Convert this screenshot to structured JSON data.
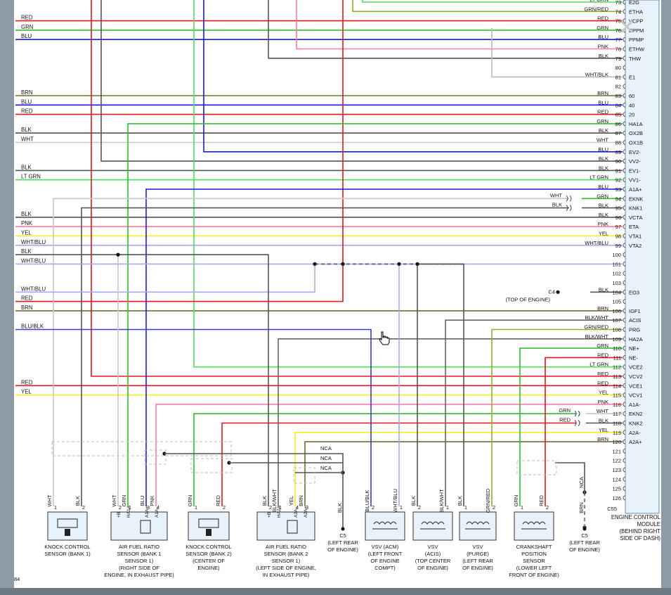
{
  "module": {
    "pins": [
      {
        "num": "73",
        "name": "E2G",
        "color": "LT GRN"
      },
      {
        "num": "74",
        "name": "ETHA",
        "color": "GRN/RED"
      },
      {
        "num": "75",
        "name": "VCPP",
        "color": "RED"
      },
      {
        "num": "76",
        "name": "EPPM",
        "color": "GRN"
      },
      {
        "num": "77",
        "name": "PPMP",
        "color": "BLU"
      },
      {
        "num": "78",
        "name": "ETHW",
        "color": "PNK"
      },
      {
        "num": "79",
        "name": "THW",
        "color": "BLK"
      },
      {
        "num": "80",
        "name": "",
        "color": ""
      },
      {
        "num": "81",
        "name": "E1",
        "color": "WHT/BLK"
      },
      {
        "num": "82",
        "name": "",
        "color": ""
      },
      {
        "num": "83",
        "name": "60",
        "color": "BRN"
      },
      {
        "num": "84",
        "name": "40",
        "color": "BLU"
      },
      {
        "num": "85",
        "name": "20",
        "color": "RED"
      },
      {
        "num": "86",
        "name": "HA1A",
        "color": "GRN"
      },
      {
        "num": "87",
        "name": "OX2B",
        "color": "BLK"
      },
      {
        "num": "88",
        "name": "OX1B",
        "color": "WHT"
      },
      {
        "num": "89",
        "name": "EV2-",
        "color": "BLU"
      },
      {
        "num": "90",
        "name": "VV2-",
        "color": "BLK"
      },
      {
        "num": "91",
        "name": "EV1-",
        "color": "BLK"
      },
      {
        "num": "92",
        "name": "VV1-",
        "color": "LT GRN"
      },
      {
        "num": "93",
        "name": "A1A+",
        "color": "BLU"
      },
      {
        "num": "94",
        "name": "EKNK",
        "color": "GRN"
      },
      {
        "num": "95",
        "name": "KNK1",
        "color": "BLK"
      },
      {
        "num": "96",
        "name": "VCTA",
        "color": "BLK"
      },
      {
        "num": "97",
        "name": "ETA",
        "color": "PNK"
      },
      {
        "num": "98",
        "name": "VTA1",
        "color": "YEL"
      },
      {
        "num": "99",
        "name": "VTA2",
        "color": "WHT/BLU"
      },
      {
        "num": "100",
        "name": "",
        "color": ""
      },
      {
        "num": "101",
        "name": "",
        "color": ""
      },
      {
        "num": "102",
        "name": "",
        "color": ""
      },
      {
        "num": "103",
        "name": "",
        "color": ""
      },
      {
        "num": "104",
        "name": "EO3",
        "color": "BLK"
      },
      {
        "num": "105",
        "name": "",
        "color": ""
      },
      {
        "num": "106",
        "name": "IGF1",
        "color": "BRN"
      },
      {
        "num": "107",
        "name": "ACIS",
        "color": "BLK/WHT"
      },
      {
        "num": "108",
        "name": "PRG",
        "color": "GRN/RED"
      },
      {
        "num": "109",
        "name": "HA2A",
        "color": "BLK/WHT"
      },
      {
        "num": "110",
        "name": "NE+",
        "color": "GRN"
      },
      {
        "num": "111",
        "name": "NE-",
        "color": "RED"
      },
      {
        "num": "112",
        "name": "VCE2",
        "color": "LT GRN"
      },
      {
        "num": "113",
        "name": "VCV2",
        "color": "RED"
      },
      {
        "num": "114",
        "name": "VCE1",
        "color": "RED"
      },
      {
        "num": "115",
        "name": "VCV1",
        "color": "YEL"
      },
      {
        "num": "116",
        "name": "A1A-",
        "color": "PNK"
      },
      {
        "num": "117",
        "name": "EKN2",
        "color": "WHT"
      },
      {
        "num": "118",
        "name": "KNK2",
        "color": "BLK"
      },
      {
        "num": "119",
        "name": "A2A-",
        "color": "YEL"
      },
      {
        "num": "120",
        "name": "A2A+",
        "color": "BRN"
      },
      {
        "num": "121",
        "name": "",
        "color": ""
      },
      {
        "num": "122",
        "name": "",
        "color": ""
      },
      {
        "num": "123",
        "name": "",
        "color": ""
      },
      {
        "num": "124",
        "name": "",
        "color": ""
      },
      {
        "num": "125",
        "name": "",
        "color": ""
      },
      {
        "num": "126",
        "name": "",
        "color": ""
      }
    ],
    "connector": "C55",
    "label_lines": [
      "ENGINE CONTROL",
      "MODULE",
      "(BEHIND RIGHT",
      "SIDE OF DASH)"
    ]
  },
  "left_labels": [
    {
      "text": "RED",
      "row": "75"
    },
    {
      "text": "GRN",
      "row": "76"
    },
    {
      "text": "BLU",
      "row": "77"
    },
    {
      "text": "BRN",
      "row": "83"
    },
    {
      "text": "BLU",
      "row": "84"
    },
    {
      "text": "RED",
      "row": "85"
    },
    {
      "text": "BLK",
      "row": "87"
    },
    {
      "text": "WHT",
      "row": "88"
    },
    {
      "text": "BLK",
      "row": "91"
    },
    {
      "text": "LT GRN",
      "row": "92"
    },
    {
      "text": "BLK",
      "row": "96"
    },
    {
      "text": "PNK",
      "row": "97"
    },
    {
      "text": "YEL",
      "row": "98"
    },
    {
      "text": "WHT/BLU",
      "row": "99"
    },
    {
      "text": "BLK",
      "row": "100"
    },
    {
      "text": "WHT/BLU",
      "row": "101"
    },
    {
      "text": "WHT/BLU",
      "row": "104"
    },
    {
      "text": "RED",
      "row": "105"
    },
    {
      "text": "BRN",
      "row": "106"
    },
    {
      "text": "BLU/BLK",
      "row": "108"
    },
    {
      "text": "RED",
      "row": "114"
    },
    {
      "text": "YEL",
      "row": "115"
    }
  ],
  "shield_labels": [
    {
      "text": "WHT",
      "row": "94"
    },
    {
      "text": "BLK",
      "row": "95"
    },
    {
      "text": "GRN",
      "row": "117"
    },
    {
      "text": "RED",
      "row": "118"
    }
  ],
  "ground_top": {
    "id": "C4",
    "label": "(TOP OF ENGINE)"
  },
  "nca_labels": [
    "NCA",
    "NCA",
    "NCA",
    "NCA"
  ],
  "page_number": "84",
  "components": [
    {
      "id": "ks1",
      "lines": [
        "KNOCK CONTROL",
        "SENSOR (BANK 1)"
      ],
      "pins": [
        {
          "n": "1",
          "w": "WHT"
        },
        {
          "n": "2",
          "w": "BLK"
        }
      ]
    },
    {
      "id": "af1",
      "lines": [
        "AIR FUEL RATIO",
        "SENSOR (BANK 1",
        "SENSOR 1)",
        "(RIGHT SIDE OF",
        "ENGINE, IN EXHAUST PIPE)"
      ],
      "pins": [
        {
          "n": "2",
          "w": "WHT",
          "t": "+B"
        },
        {
          "n": "1",
          "w": "GRN",
          "t": "HA1A"
        },
        {
          "n": "3",
          "w": "BLU",
          "t": "A1A+"
        },
        {
          "n": "4",
          "w": "PNK",
          "t": "A1A-"
        }
      ]
    },
    {
      "id": "ks2",
      "lines": [
        "KNOCK CONTROL",
        "SENSOR (BANK 2)",
        "(CENTER OF",
        "ENGINE)"
      ],
      "pins": [
        {
          "n": "1",
          "w": "GRN"
        },
        {
          "n": "2",
          "w": "RED"
        }
      ]
    },
    {
      "id": "af2",
      "lines": [
        "AIR FUEL RATIO",
        "SENSOR (BANK 2",
        "SENSOR 1)",
        "(LEFT SIDE OF ENGINE,",
        "IN EXHAUST PIPE)"
      ],
      "pins": [
        {
          "n": "2",
          "w": "BLK",
          "t": "+B"
        },
        {
          "n": "1",
          "w": "BLK/WHT",
          "t": "HA2A"
        },
        {
          "n": "4",
          "w": "YEL",
          "t": "A2A-"
        },
        {
          "n": "3",
          "w": "BRN",
          "t": "A2A+"
        }
      ]
    },
    {
      "id": "c5a",
      "lines": [
        "C5",
        "(LEFT REAR",
        "OF ENGINE)"
      ],
      "pins": [
        {
          "n": "",
          "w": "BLK"
        }
      ]
    },
    {
      "id": "vsvacm",
      "lines": [
        "VSV (ACM)",
        "(LEFT FRONT",
        "OF ENGINE",
        "COMPT)"
      ],
      "pins": [
        {
          "n": "2",
          "w": "BLU/BLK"
        },
        {
          "n": "1",
          "w": "WHT/BLU"
        }
      ]
    },
    {
      "id": "vsvacis",
      "lines": [
        "VSV",
        "(ACIS)",
        "(TOP CENTER",
        "OF ENGINE)"
      ],
      "pins": [
        {
          "n": "2",
          "w": "BLK"
        },
        {
          "n": "1",
          "w": "BLK/WHT"
        }
      ]
    },
    {
      "id": "vsvpurge",
      "lines": [
        "VSV",
        "(PURGE)",
        "(LEFT REAR",
        "OF ENGINE)"
      ],
      "pins": [
        {
          "n": "1",
          "w": "BLK"
        },
        {
          "n": "2",
          "w": "GRN/RED"
        }
      ]
    },
    {
      "id": "ckp",
      "lines": [
        "CRANKSHAFT",
        "POSITION",
        "SENSOR",
        "(LOWER LEFT",
        "FRONT OF ENGINE)"
      ],
      "pins": [
        {
          "n": "1",
          "w": "GRN"
        },
        {
          "n": "2",
          "w": "RED"
        }
      ]
    },
    {
      "id": "c5b",
      "lines": [
        "C5",
        "(LEFT REAR",
        "OF ENGINE)"
      ],
      "pins": [
        {
          "n": "",
          "w": "BRN"
        }
      ]
    }
  ],
  "colors": {
    "RED": "#e8161d",
    "GRN": "#2ec12e",
    "BLU": "#1a1ae6",
    "BRN": "#7a6a2c",
    "BLK": "#555555",
    "WHT": "#c8c8c8",
    "PNK": "#ff7aa8",
    "YEL": "#f2ef1a",
    "LT GRN": "#4fe05a",
    "WHT/BLU": "#a9a9f0",
    "BLK/WHT": "#666666",
    "GRN/RED": "#8ab32a",
    "WHT/BLK": "#bbbbbb",
    "BLU/BLK": "#3b3bd9",
    "module_fill": "#e8f2fb",
    "module_border": "#5b8fbf"
  },
  "icons": {
    "pointer": "hand-pointer-icon",
    "close": "close-icon"
  }
}
